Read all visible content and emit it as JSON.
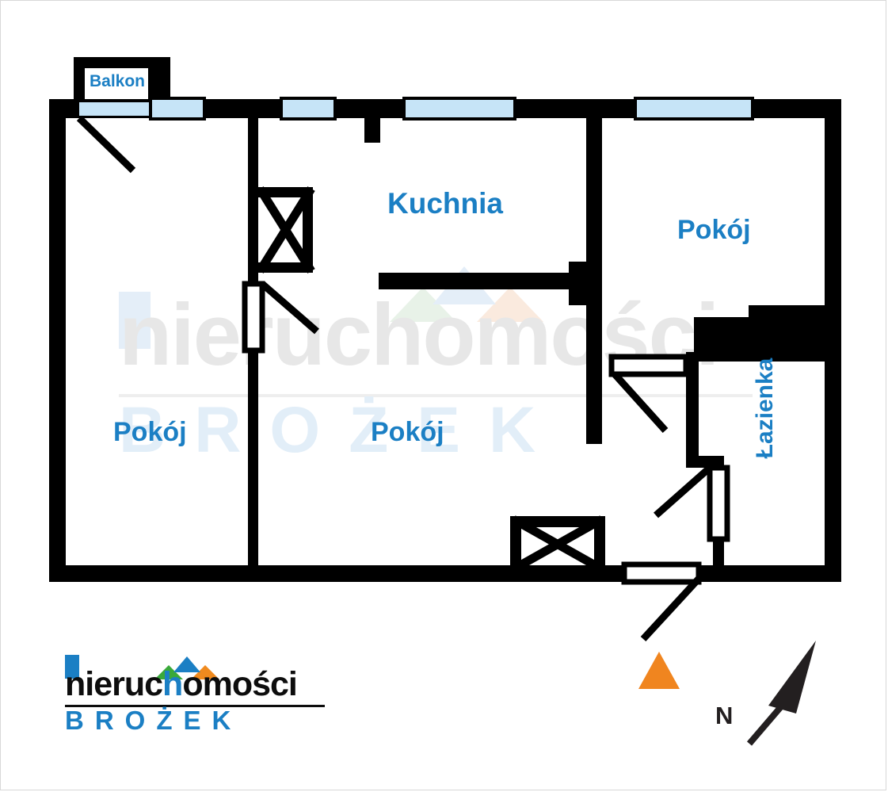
{
  "document": {
    "type": "floor-plan",
    "language": "pl"
  },
  "rooms": [
    {
      "id": "balkon",
      "label": "Balkon"
    },
    {
      "id": "kuchnia",
      "label": "Kuchnia"
    },
    {
      "id": "pokoj_right",
      "label": "Pokój"
    },
    {
      "id": "pokoj_left",
      "label": "Pokój"
    },
    {
      "id": "pokoj_mid",
      "label": "Pokój"
    },
    {
      "id": "lazienka",
      "label": "Łazienka"
    }
  ],
  "compass": {
    "north_label": "N"
  },
  "logo": {
    "main_pre": "nieruc",
    "main_h": "h",
    "main_post": "omości",
    "sub": "BROŻEK"
  },
  "watermark": {
    "main_pre": "nieruc",
    "main_h": "h",
    "main_post": "omości",
    "sub": "BROŻEK"
  },
  "colors": {
    "wall": "#000000",
    "window_glass": "#c6e4f7",
    "label_blue": "#1b7fc4",
    "logo_green": "#3aa93a",
    "logo_orange": "#f08a1e",
    "logo_blue": "#1b7fc4",
    "marker_orange": "#f0851f",
    "compass_dark": "#231f20",
    "page_border": "#d8d8d8"
  },
  "markers": {
    "entrance_marker_shape": "triangle-up",
    "entrance_marker_color": "#f0851f"
  }
}
